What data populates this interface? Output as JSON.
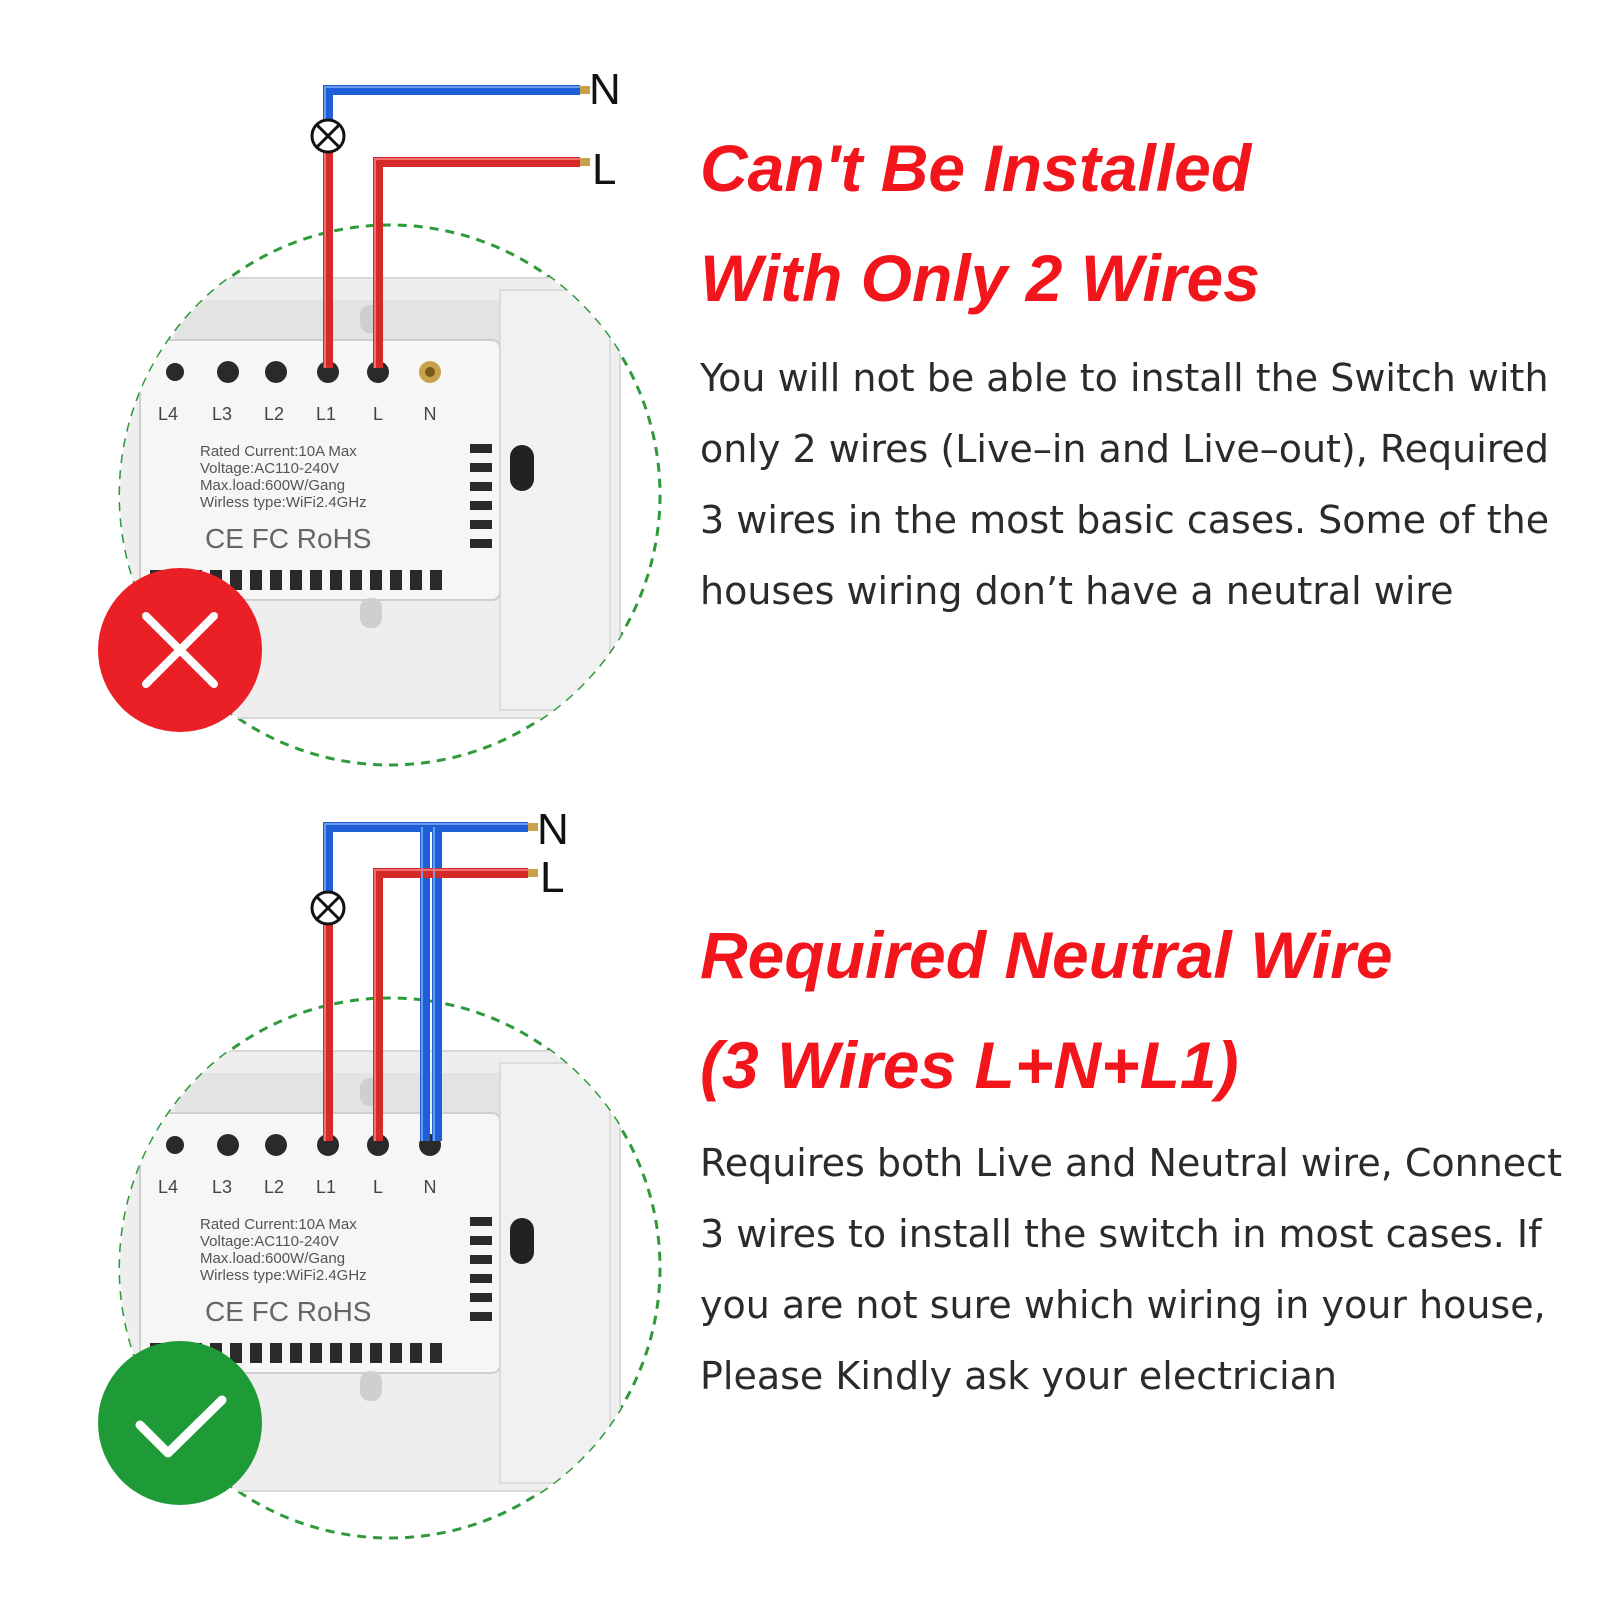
{
  "colors": {
    "accent_red": "#f2151b",
    "wire_live": "#d42a2a",
    "wire_neutral": "#1f5fd6",
    "dashed_circle": "#2f9a3a",
    "badge_bad": "#ea2026",
    "badge_good": "#1e9a36",
    "body_text": "#2b2b2b"
  },
  "top": {
    "title_line1": "Can't Be Installed",
    "title_line2": "With Only 2 Wires",
    "description": "You will not be able to install the Switch with only 2 wires (Live–in and Live–out), Required 3 wires in the most basic cases. Some of the houses wiring don’t have a neutral wire",
    "status_icon": "cross-icon",
    "wire_labels": {
      "neutral": "N",
      "live": "L"
    },
    "terminals": [
      "L4",
      "L3",
      "L2",
      "L1",
      "L",
      "N"
    ],
    "spec_lines": [
      "Rated Current:10A Max",
      "Voltage:AC110-240V",
      "Max.load:600W/Gang",
      "Wirless type:WiFi2.4GHz"
    ],
    "cert_text": "CE FC RoHS"
  },
  "bottom": {
    "title_line1": "Required Neutral Wire",
    "title_line2": "(3 Wires L+N+L1)",
    "description": "Requires both Live and Neutral wire, Connect 3 wires to install the switch in most cases. If you are not sure which wiring in your house, Please Kindly ask your electrician",
    "status_icon": "check-icon",
    "wire_labels": {
      "neutral": "N",
      "live": "L"
    },
    "terminals": [
      "L4",
      "L3",
      "L2",
      "L1",
      "L",
      "N"
    ],
    "spec_lines": [
      "Rated Current:10A Max",
      "Voltage:AC110-240V",
      "Max.load:600W/Gang",
      "Wirless type:WiFi2.4GHz"
    ],
    "cert_text": "CE FC RoHS"
  }
}
